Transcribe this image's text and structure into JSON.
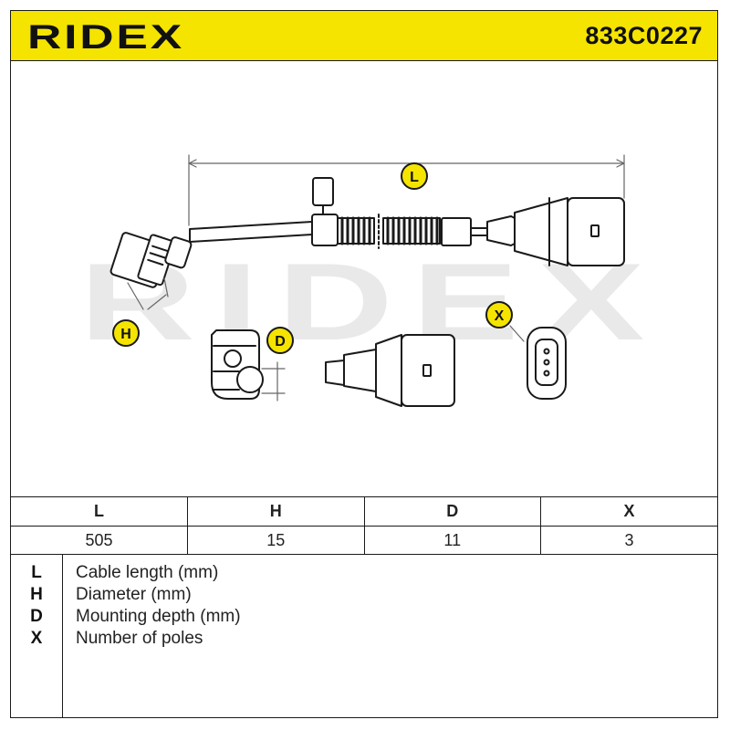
{
  "header": {
    "brand": "RIDEX",
    "part_number": "833C0227",
    "accent_color": "#f5e400"
  },
  "drawing": {
    "watermark": "RIDEX",
    "markers": [
      "L",
      "H",
      "D",
      "X"
    ]
  },
  "table": {
    "headers": [
      "L",
      "H",
      "D",
      "X"
    ],
    "values": [
      "505",
      "15",
      "11",
      "3"
    ]
  },
  "legend": [
    {
      "key": "L",
      "desc": "Cable length (mm)"
    },
    {
      "key": "H",
      "desc": "Diameter (mm)"
    },
    {
      "key": "D",
      "desc": "Mounting depth (mm)"
    },
    {
      "key": "X",
      "desc": "Number of poles"
    }
  ]
}
